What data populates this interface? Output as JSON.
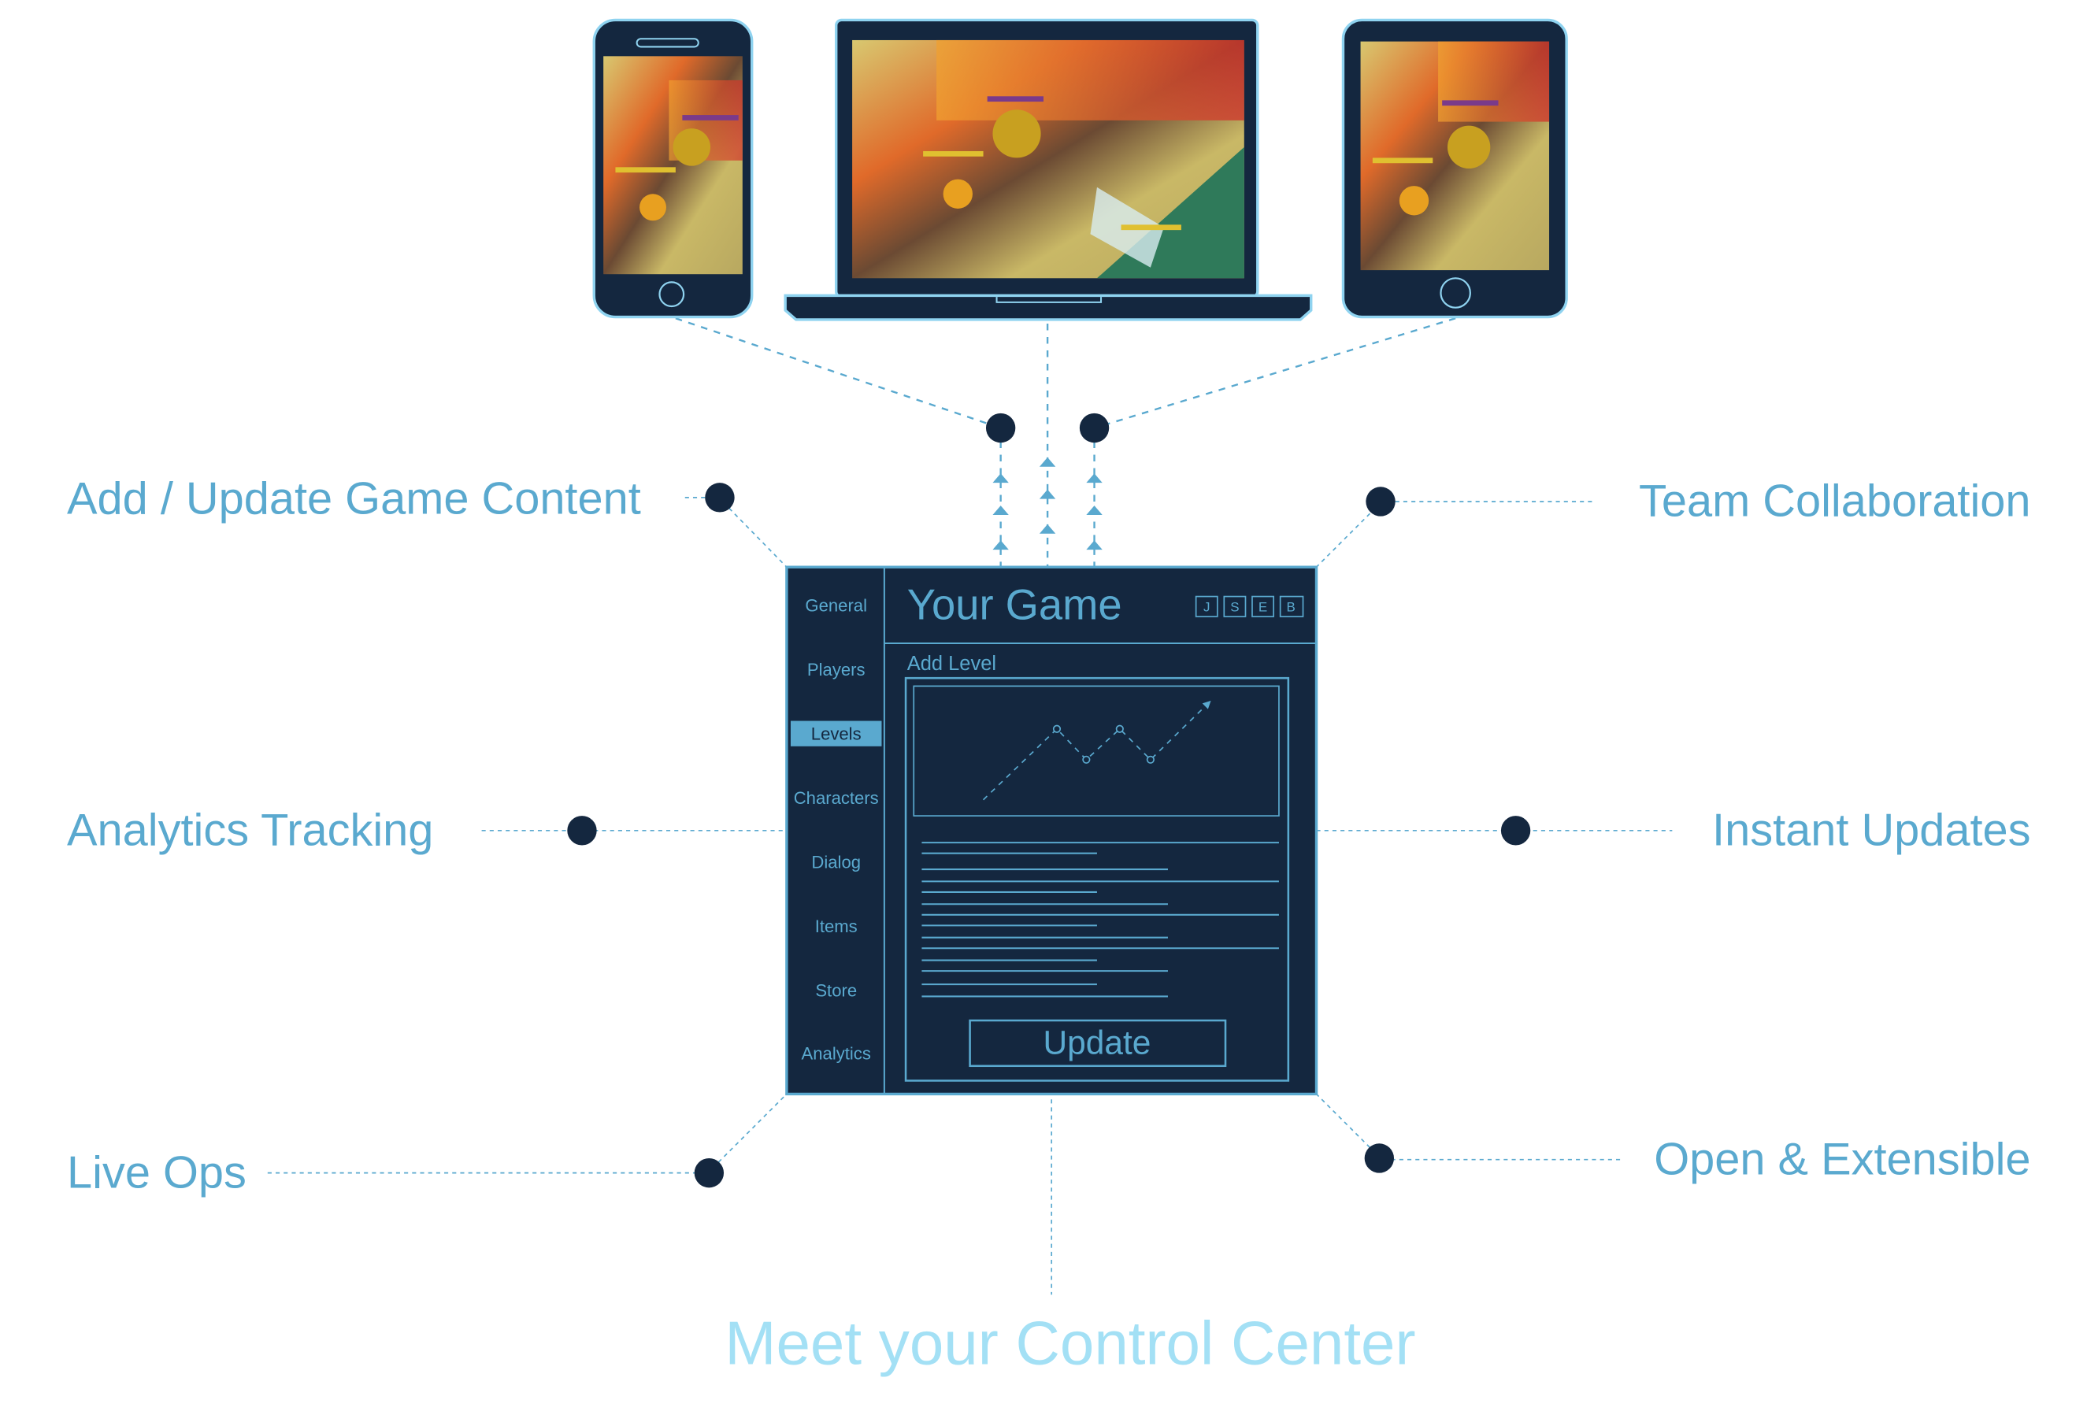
{
  "features": {
    "add_update": "Add / Update Game Content",
    "team": "Team Collaboration",
    "analytics": "Analytics Tracking",
    "instant": "Instant Updates",
    "liveops": "Live Ops",
    "open": "Open & Extensible"
  },
  "panel": {
    "title": "Your Game",
    "badges": [
      "J",
      "S",
      "E",
      "B"
    ],
    "sidebar": [
      "General",
      "Players",
      "Levels",
      "Characters",
      "Dialog",
      "Items",
      "Store",
      "Analytics"
    ],
    "active_item": "Levels",
    "section_title": "Add Level",
    "update_button": "Update"
  },
  "caption": "Meet your Control Center",
  "colors": {
    "navy": "#14273f",
    "accent": "#5aa9cf",
    "caption": "#a3e0f5"
  }
}
